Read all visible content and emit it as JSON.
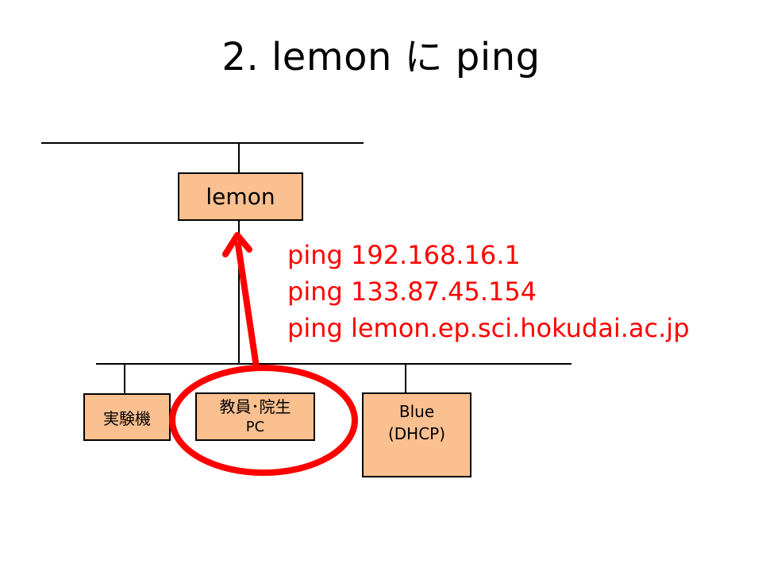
{
  "title": "2. lemon に ping",
  "nodes": {
    "lemon": {
      "label": "lemon"
    },
    "lab_machine": {
      "label": "実験機"
    },
    "staff_pc": {
      "line1": "教員･院生",
      "line2": "PC"
    },
    "blue": {
      "line1": "Blue",
      "line2": "(DHCP)"
    }
  },
  "commands": [
    "ping 192.168.16.1",
    "ping 133.87.45.154",
    "ping lemon.ep.sci.hokudai.ac.jp"
  ],
  "colors": {
    "node_fill": "#fac090",
    "highlight": "#ff0000",
    "line": "#000000"
  }
}
